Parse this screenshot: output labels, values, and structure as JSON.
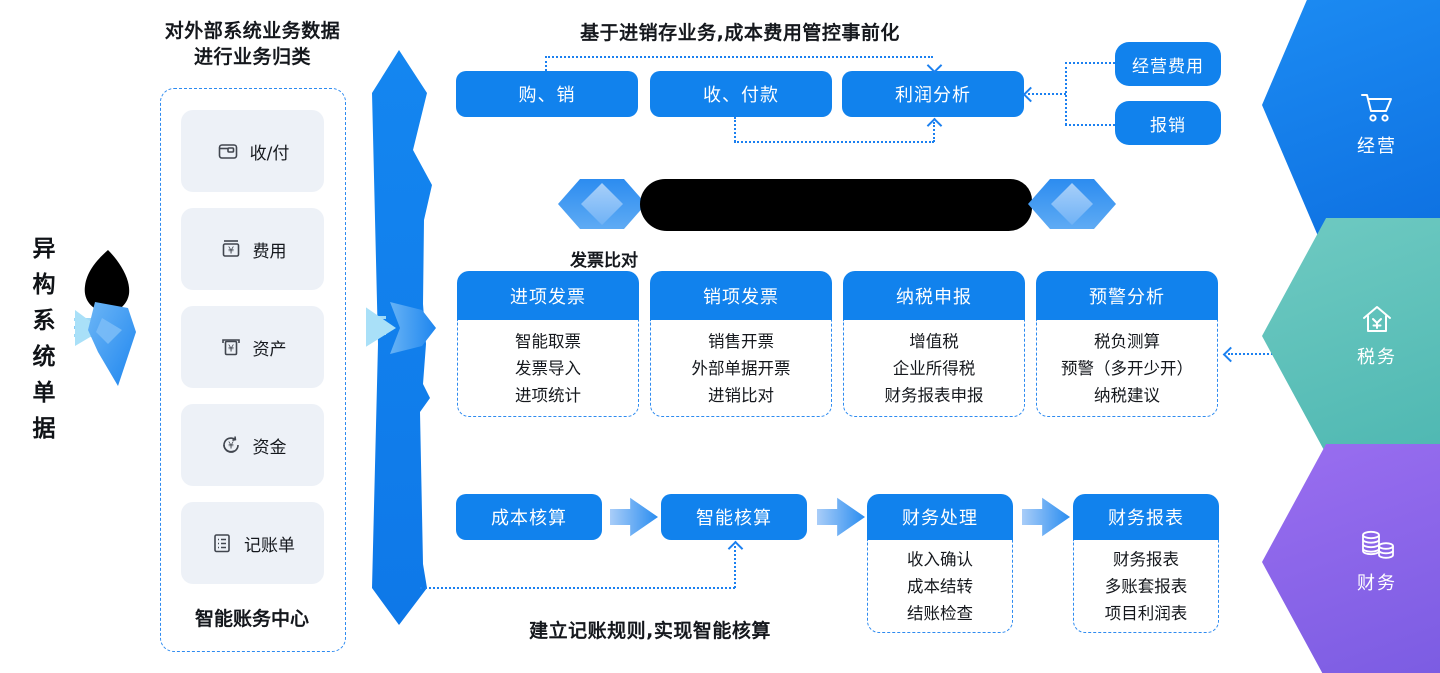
{
  "left_source": {
    "label": "异构系统单据",
    "arrow_icon": "gem-arrow-icon"
  },
  "classify_panel": {
    "title_line1": "对外部系统业务数据",
    "title_line2": "进行业务归类",
    "items": [
      {
        "icon": "wallet-icon",
        "label": "收/付"
      },
      {
        "icon": "expense-card-icon",
        "label": "费用"
      },
      {
        "icon": "asset-machine-icon",
        "label": "资产"
      },
      {
        "icon": "funds-cycle-icon",
        "label": "资金"
      },
      {
        "icon": "ledger-list-icon",
        "label": "记账单"
      }
    ],
    "footer": "智能账务中心"
  },
  "purchase_flow": {
    "title": "基于进销存业务,成本费用管控事前化",
    "steps": [
      "购、销",
      "收、付款",
      "利润分析"
    ],
    "side_buttons": [
      "经营费用",
      "报销"
    ]
  },
  "invoice_flow": {
    "label": "发票比对",
    "cards": [
      {
        "title": "进项发票",
        "items": [
          "智能取票",
          "发票导入",
          "进项统计"
        ]
      },
      {
        "title": "销项发票",
        "items": [
          "销售开票",
          "外部单据开票",
          "进销比对"
        ]
      },
      {
        "title": "纳税申报",
        "items": [
          "增值税",
          "企业所得税",
          "财务报表申报"
        ]
      },
      {
        "title": "预警分析",
        "items": [
          "税负测算",
          "预警（多开少开）",
          "纳税建议"
        ]
      }
    ]
  },
  "accounting_flow": {
    "caption": "建立记账规则,实现智能核算",
    "steps": [
      {
        "title": "成本核算"
      },
      {
        "title": "智能核算"
      },
      {
        "title": "财务处理",
        "items": [
          "收入确认",
          "成本结转",
          "结账检查"
        ]
      },
      {
        "title": "财务报表",
        "items": [
          "财务报表",
          "多账套报表",
          "项目利润表"
        ]
      }
    ]
  },
  "right_rail": [
    {
      "label": "经营",
      "icon": "cart-icon",
      "color": "#1182ed"
    },
    {
      "label": "税务",
      "icon": "tax-house-icon",
      "color": "#5fc2bc"
    },
    {
      "label": "财务",
      "icon": "coins-icon",
      "color": "#8a68ea"
    }
  ],
  "colors": {
    "primary_blue": "#1182ed",
    "dotted_line": "#1b80f0",
    "dashed_border": "#2e8bf0",
    "item_bg": "#edf1f7",
    "teal": "#5fc2bc",
    "purple": "#8a68ea",
    "redaction": "#000000"
  }
}
